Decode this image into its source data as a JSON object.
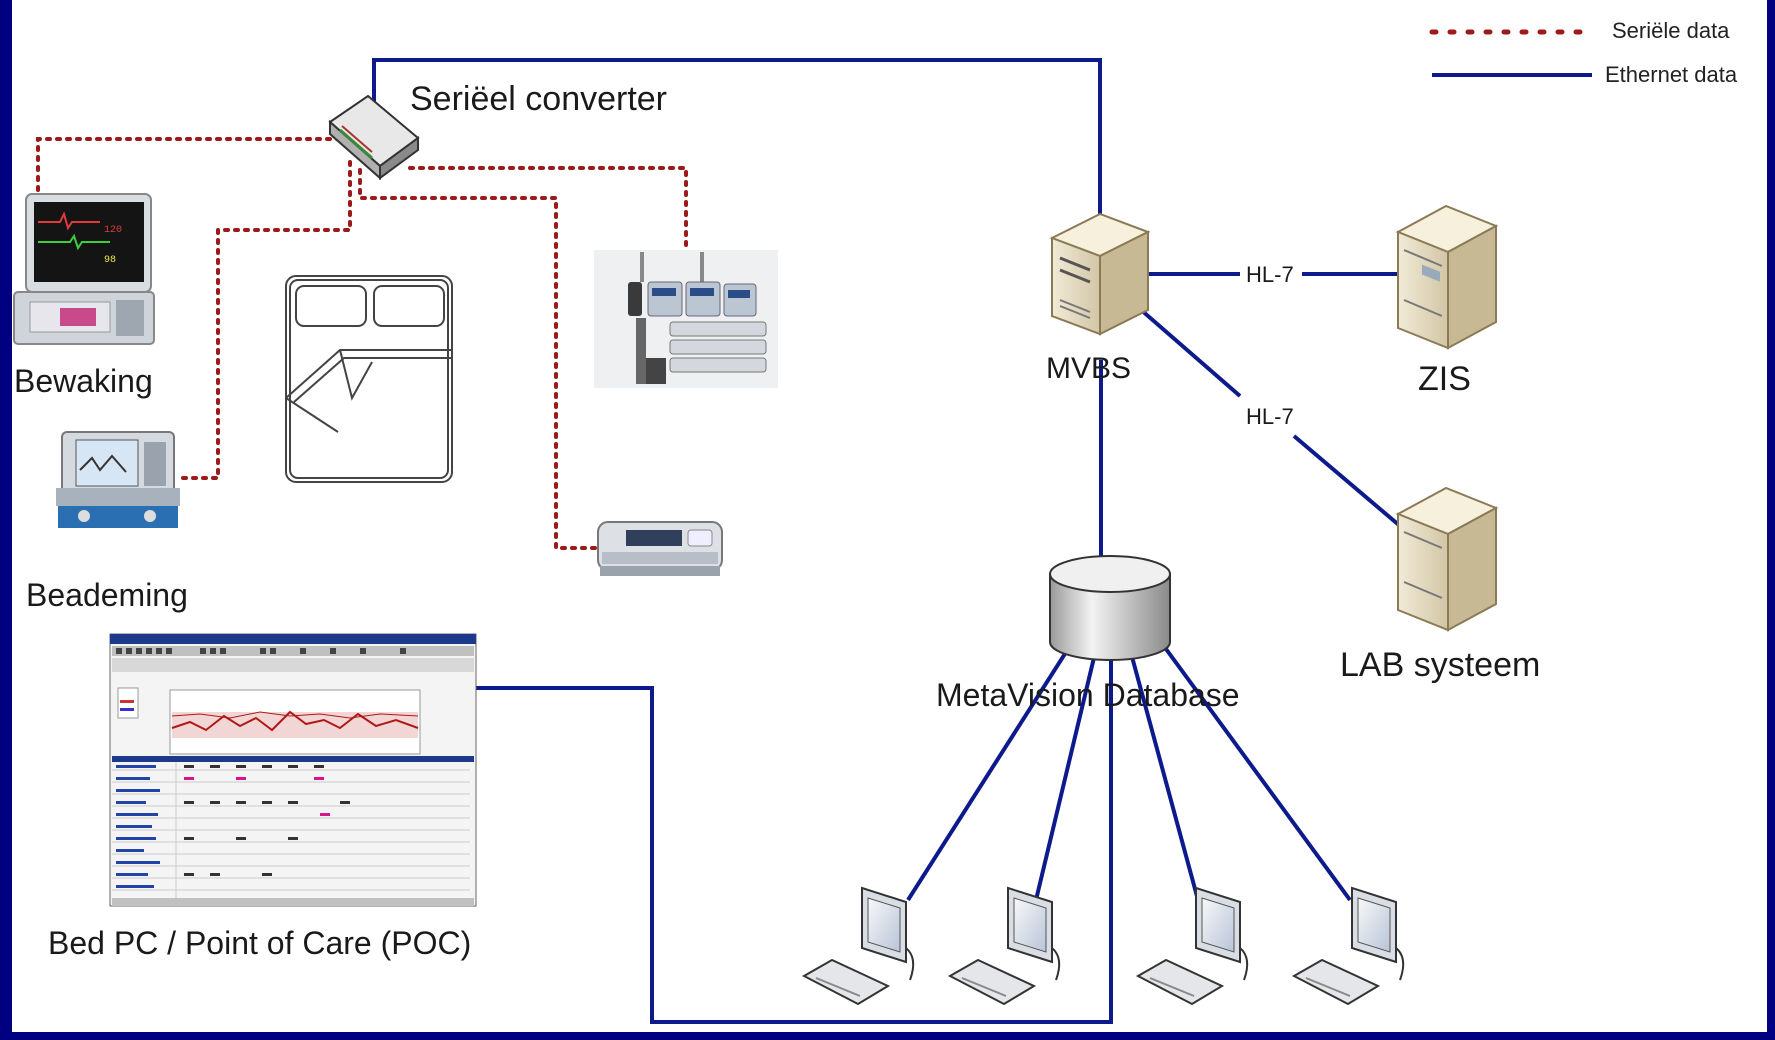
{
  "legend": {
    "serial_label": "Seriële data",
    "ethernet_label": "Ethernet data"
  },
  "nodes": {
    "converter": "Seriëel converter",
    "monitoring": "Bewaking",
    "ventilation": "Beademing",
    "bedpc": "Bed PC / Point of Care (POC)",
    "mvbs": "MVBS",
    "zis": "ZIS",
    "lab": "LAB systeem",
    "database": "MetaVision Database"
  },
  "links": {
    "hl7_zis": "HL-7",
    "hl7_lab": "HL-7"
  },
  "colors": {
    "serial": "#9b1b1b",
    "ethernet": "#0c1a8c",
    "background": "#000080"
  }
}
